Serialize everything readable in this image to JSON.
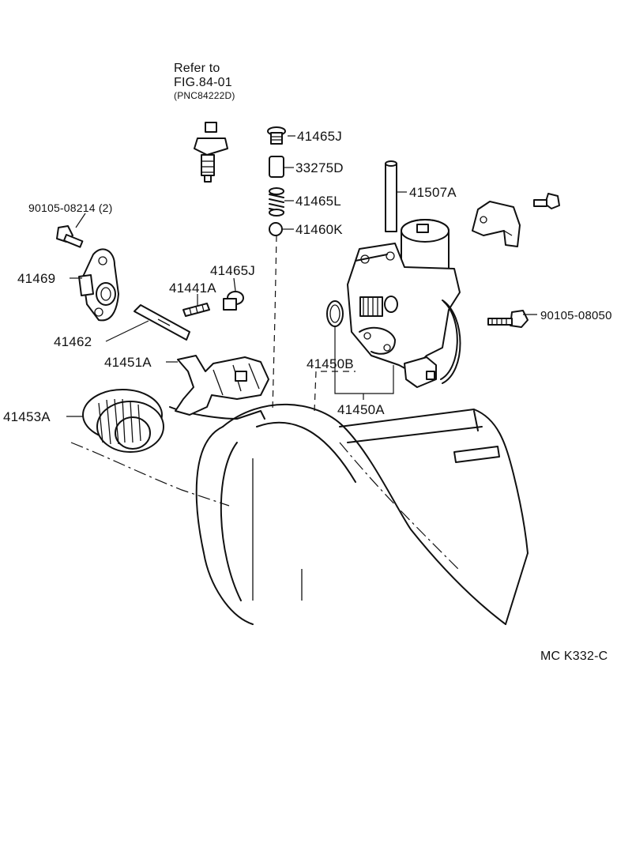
{
  "reference": {
    "line1": "Refer to",
    "line2": "FIG.84-01",
    "line3": "(PNC84222D)"
  },
  "parts": {
    "p41465J_top": "41465J",
    "p33275D": "33275D",
    "p41465L": "41465L",
    "p41460K": "41460K",
    "p41507A": "41507A",
    "p90105_08214": "90105-08214 (2)",
    "p41469": "41469",
    "p41465J_mid": "41465J",
    "p41441A": "41441A",
    "p41462": "41462",
    "p41451A": "41451A",
    "p41453A": "41453A",
    "p41450B": "41450B",
    "p41450A": "41450A",
    "p90105_08050": "90105-08050"
  },
  "code": "MC K332-C",
  "colors": {
    "ink": "#111111",
    "paper": "#ffffff"
  }
}
